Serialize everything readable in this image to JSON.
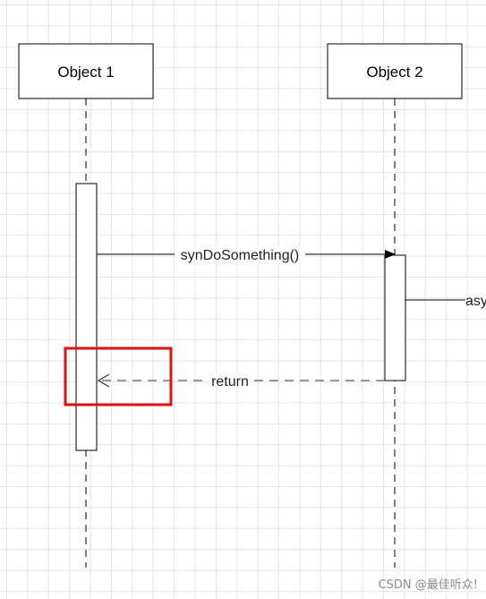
{
  "objects": [
    {
      "label": "Object 1"
    },
    {
      "label": "Object 2"
    }
  ],
  "messages": {
    "call": {
      "label": "synDoSomething()"
    },
    "async": {
      "label": "asy"
    },
    "return": {
      "label": "return"
    }
  },
  "highlight": {
    "color": "#e01010"
  },
  "watermark": {
    "text": "CSDN @最佳听众!"
  }
}
